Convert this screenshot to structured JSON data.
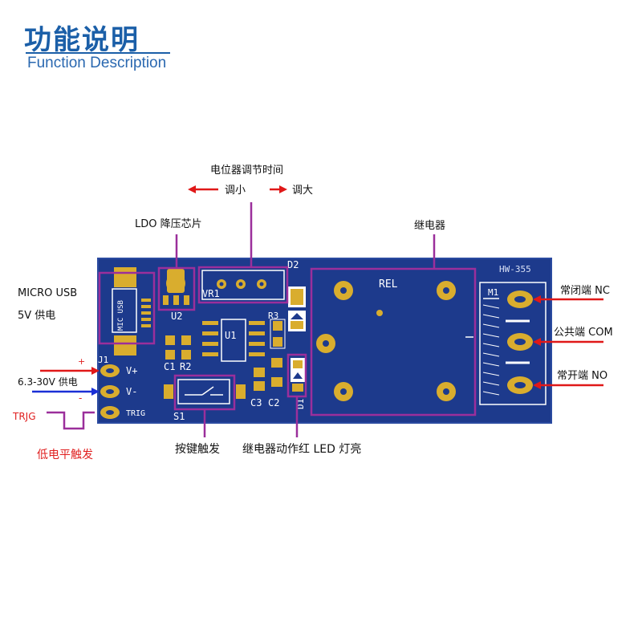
{
  "header": {
    "title": "功能说明",
    "subtitle": "Function Description"
  },
  "board": {
    "model": "HW-355",
    "silkscreen": {
      "usb_text": "MIC USB",
      "vr": "VR1",
      "d2": "D2",
      "u2": "U2",
      "u1": "U1",
      "r3": "R3",
      "c1": "C1",
      "r2": "R2",
      "c3": "C3",
      "c2": "C2",
      "d1": "D1",
      "s1": "S1",
      "j1": "J1",
      "vplus": "V+",
      "vminus": "V-",
      "trig": "TRIG",
      "rel": "REL",
      "m1": "M1"
    }
  },
  "annotations": {
    "pot_title": "电位器调节时间",
    "pot_dec": "调小",
    "pot_inc": "调大",
    "ldo": "LDO  降压芯片",
    "relay": "继电器",
    "usb_line1": "MICRO USB",
    "usb_line2": "5V  供电",
    "plus": "+",
    "minus": "-",
    "power": "6.3-30V 供电",
    "trig_name": "TRJG",
    "trig_desc": "低电平触发",
    "button": "按键触发",
    "led": "继电器动作红 LED 灯亮",
    "nc": "常闭端 NC",
    "com": "公共端 COM",
    "no": "常开端 NO"
  },
  "colors": {
    "pcb": "#1d3a8c",
    "pad": "#d9ad2e",
    "highlight": "#9b2f9b",
    "arrow_red": "#e01818",
    "arrow_blue": "#1a2fd6",
    "title_blue": "#1b5fa8"
  }
}
